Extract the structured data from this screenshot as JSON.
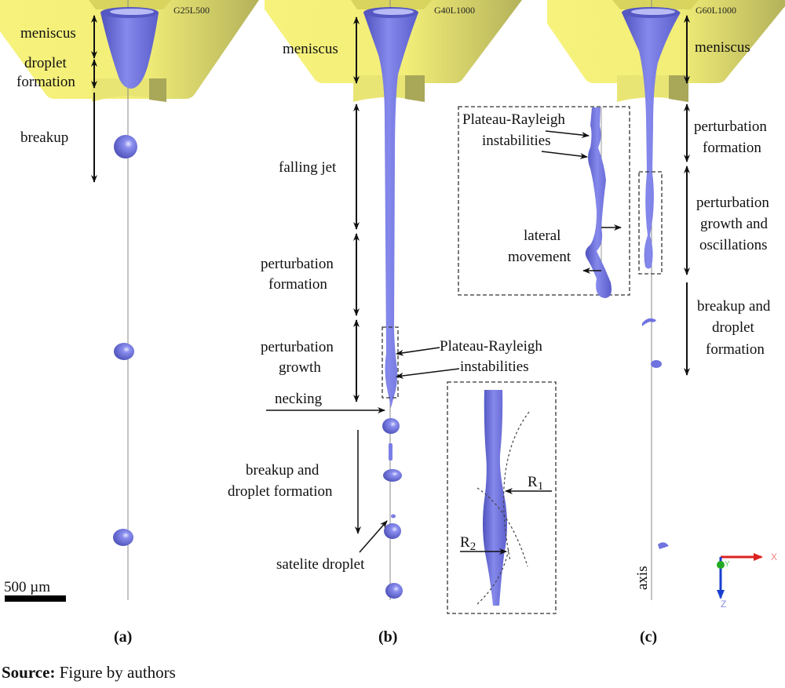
{
  "figure": {
    "colors": {
      "nozzle": "#f4f07a",
      "nozzle_dark": "#c9c65a",
      "fluid": "#7a7ee6",
      "fluid_dark": "#4c4fb8",
      "axis_line": "#888888",
      "x_axis": "#dd2222",
      "y_axis": "#22aa22",
      "z_axis": "#1a3fd0"
    },
    "panels": [
      {
        "id": "a",
        "caption": "(a)",
        "nozzle_tag": "G25L500",
        "labels": [
          "meniscus",
          "droplet",
          "formation",
          "breakup"
        ]
      },
      {
        "id": "b",
        "caption": "(b)",
        "nozzle_tag": "G40L1000",
        "labels": [
          "meniscus",
          "falling jet",
          "perturbation",
          "formation",
          "perturbation",
          "growth",
          "necking",
          "breakup and",
          "droplet formation",
          "satelite droplet"
        ],
        "callout": [
          "Plateau-Rayleigh",
          "instabilities"
        ],
        "inset": {
          "r1": "R",
          "r1_sub": "1",
          "r2": "R",
          "r2_sub": "2"
        }
      },
      {
        "id": "c",
        "caption": "(c)",
        "nozzle_tag": "G60L1000",
        "labels": [
          "meniscus",
          "perturbation",
          "formation",
          "perturbation",
          "growth and",
          "oscillations",
          "breakup and",
          "droplet",
          "formation"
        ],
        "inset": {
          "callout": [
            "Plateau-Rayleigh",
            "instabilities"
          ],
          "lateral": [
            "lateral",
            "movement"
          ]
        },
        "axis_label": "axis"
      }
    ],
    "scale_bar": "500 µm",
    "triad": {
      "x": "X",
      "y": "Y",
      "z": "Z"
    },
    "source_label": "Source:",
    "source_text": " Figure by authors"
  }
}
